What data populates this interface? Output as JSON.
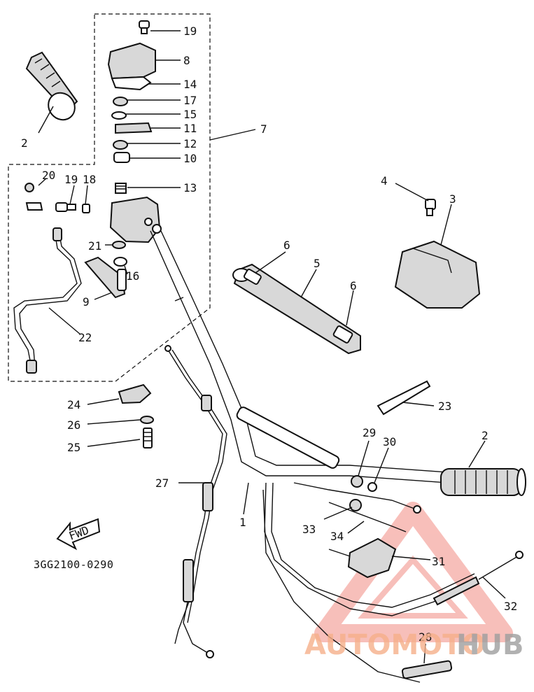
{
  "diagram": {
    "code": "3GG2100-0290",
    "fwd_label": "FWD",
    "callouts": {
      "c1": "1",
      "c2a": "2",
      "c2b": "2",
      "c3": "3",
      "c4": "4",
      "c5": "5",
      "c6a": "6",
      "c6b": "6",
      "c7": "7",
      "c8": "8",
      "c9": "9",
      "c10": "10",
      "c11": "11",
      "c12": "12",
      "c13": "13",
      "c14": "14",
      "c15": "15",
      "c16": "16",
      "c17": "17",
      "c18": "18",
      "c19a": "19",
      "c19b": "19",
      "c20": "20",
      "c21": "21",
      "c22": "22",
      "c23": "23",
      "c24": "24",
      "c25": "25",
      "c26": "26",
      "c27": "27",
      "c28": "28",
      "c29": "29",
      "c30": "30",
      "c31": "31",
      "c32": "32",
      "c33": "33",
      "c34": "34"
    }
  },
  "watermark": {
    "part1": "AUTOMOTO",
    "part2": "HUB",
    "color_primary": "#f28b82",
    "color_secondary": "#9e9e9e"
  }
}
